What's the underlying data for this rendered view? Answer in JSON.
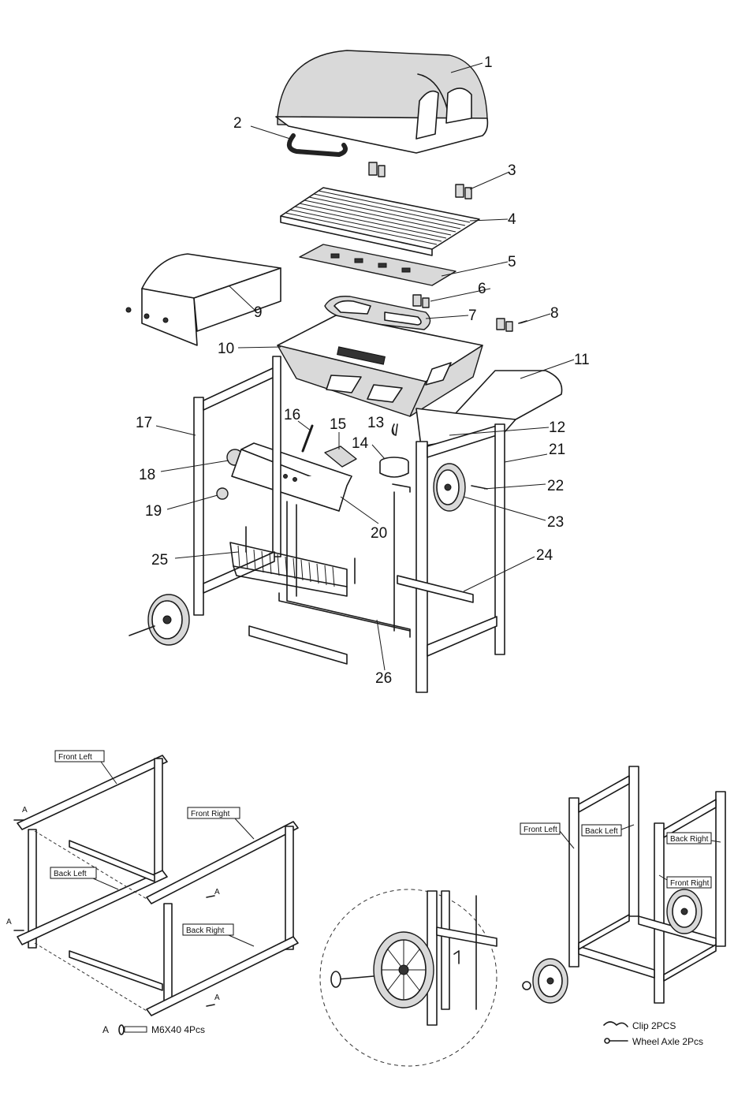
{
  "callouts": [
    "1",
    "2",
    "3",
    "4",
    "5",
    "6",
    "7",
    "8",
    "9",
    "10",
    "11",
    "12",
    "13",
    "14",
    "15",
    "16",
    "17",
    "18",
    "19",
    "20",
    "21",
    "22",
    "23",
    "24",
    "25",
    "26"
  ],
  "frame_labels": {
    "front_left": "Front  Left",
    "front_right": "Front  Right",
    "back_left": "Back  Left",
    "back_right": "Back  Right"
  },
  "assembled_labels": {
    "front_left": "Front  Left",
    "back_left": "Back  Left",
    "back_right": "Back  Right",
    "front_right": "Front  Right"
  },
  "bolt_marker": "A",
  "legend": {
    "bolt_letter": "A",
    "bolt_text": "M6X40  4Pcs",
    "clip_text": "Clip 2PCS",
    "axle_text": "Wheel Axle 2Pcs"
  }
}
